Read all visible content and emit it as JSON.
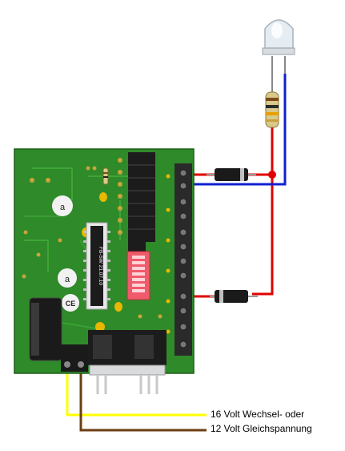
{
  "pcb": {
    "ic_label": "FB-SW 21.07.10",
    "ce_mark": "CE",
    "logo_a": "a",
    "logo_b": "a"
  },
  "labels": {
    "power_line1": "16 Volt Wechsel- oder",
    "power_line2": "12 Volt Gleichspannung"
  },
  "colors": {
    "pcb": "#2f8a2a",
    "pcb_dark": "#1e5e1b",
    "wire_red": "#e00000",
    "wire_blue": "#1020d0",
    "wire_yellow": "#ffff00",
    "wire_brown": "#6b3e12",
    "dip_switch": "#f05a6a"
  },
  "icons": [
    "led-icon",
    "resistor-icon",
    "diode-icon",
    "terminal-block-icon",
    "ic-chip-icon",
    "capacitor-icon",
    "dip-switch-icon",
    "voltage-regulator-icon"
  ]
}
